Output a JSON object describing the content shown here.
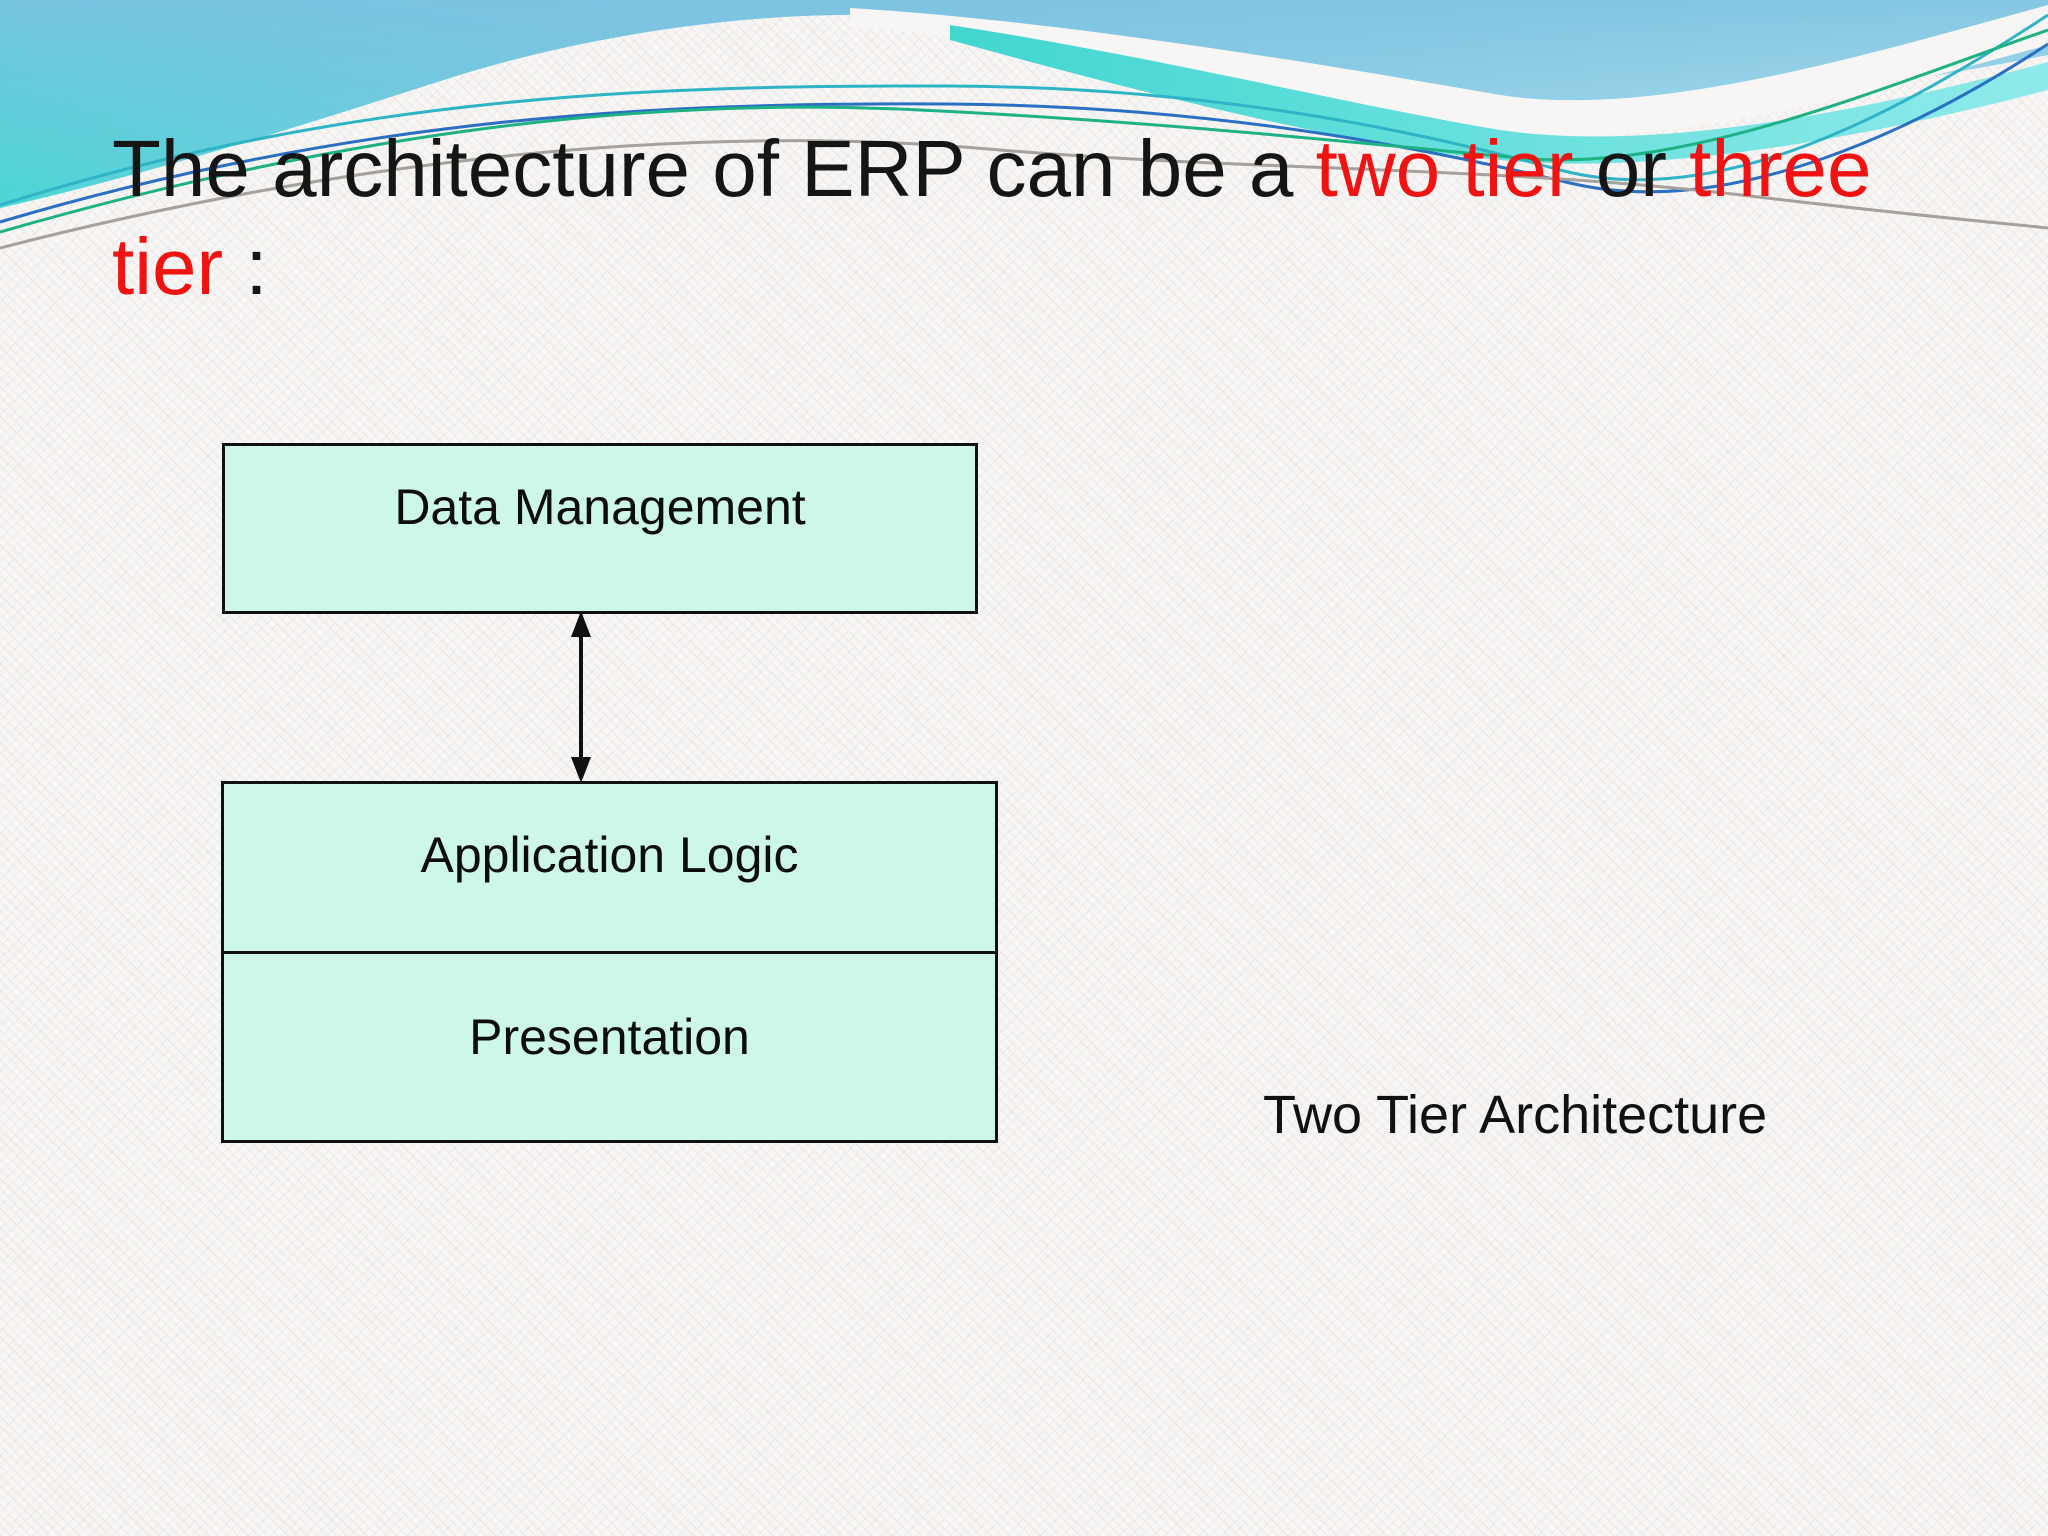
{
  "slide": {
    "title": {
      "seg1": "The architecture of ERP can be a ",
      "seg2": "two tier",
      "seg3": " or ",
      "seg4": "three",
      "seg5": "tier",
      "seg6": " :"
    },
    "diagram": {
      "boxes": [
        {
          "label": "Data Management"
        },
        {
          "label": "Application Logic"
        },
        {
          "label": "Presentation"
        }
      ],
      "connector": "double-headed-vertical-arrow",
      "caption": "Two Tier Architecture"
    },
    "colors": {
      "accent_red": "#f11212",
      "text_black": "#151515",
      "box_fill": "#ccf7ea",
      "box_border": "#101010",
      "banner_turquoise": "#4fdad6",
      "banner_blue": "#7fcbe4",
      "banner_pale_blue": "#c9eef6",
      "line_teal": "#2fb4c6",
      "line_blue": "#2b6fc4",
      "line_green": "#1db183",
      "line_gray": "#a5a19c"
    }
  }
}
